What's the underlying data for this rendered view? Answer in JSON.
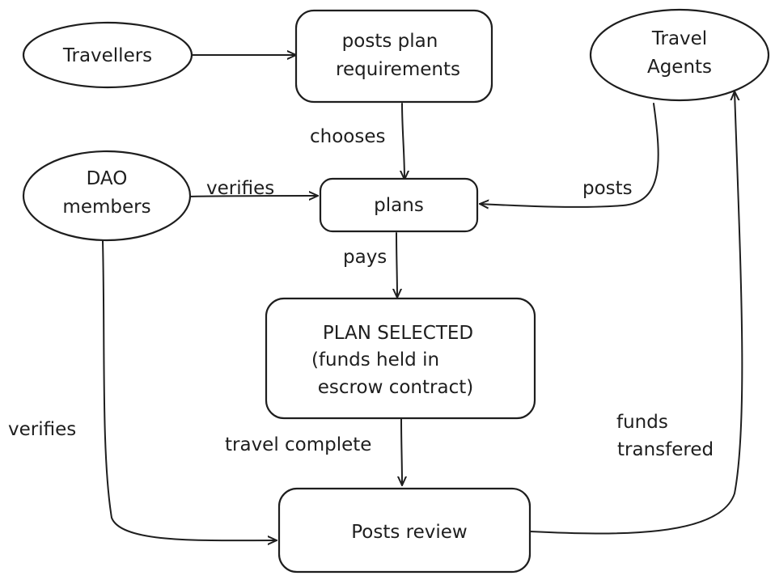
{
  "colors": {
    "ink": "#1e1e1e",
    "background": "#ffffff"
  },
  "nodes": {
    "travellers": {
      "shape": "ellipse",
      "lines": [
        "Travellers"
      ]
    },
    "requirements": {
      "shape": "rounded-rect",
      "lines": [
        "posts plan",
        "requirements"
      ]
    },
    "travel_agents": {
      "shape": "ellipse",
      "lines": [
        "Travel",
        "Agents"
      ]
    },
    "dao_members": {
      "shape": "ellipse",
      "lines": [
        "DAO",
        "members"
      ]
    },
    "plans": {
      "shape": "rounded-rect",
      "lines": [
        "plans"
      ]
    },
    "plan_selected": {
      "shape": "rounded-rect",
      "lines": [
        "PLAN SELECTED",
        "(funds held in",
        "escrow contract)"
      ]
    },
    "posts_review": {
      "shape": "rounded-rect",
      "lines": [
        "Posts review"
      ]
    }
  },
  "edges": {
    "travellers_to_requirements": {
      "from": "travellers",
      "to": "requirements",
      "lines": []
    },
    "chooses": {
      "from": "requirements",
      "to": "plans",
      "lines": [
        "chooses"
      ]
    },
    "verifies_plans": {
      "from": "dao_members",
      "to": "plans",
      "lines": [
        "verifies"
      ]
    },
    "posts": {
      "from": "travel_agents",
      "to": "plans",
      "lines": [
        "posts"
      ]
    },
    "pays": {
      "from": "plans",
      "to": "plan_selected",
      "lines": [
        "pays"
      ]
    },
    "travel_complete": {
      "from": "plan_selected",
      "to": "posts_review",
      "lines": [
        "travel complete"
      ]
    },
    "verifies_review": {
      "from": "dao_members",
      "to": "posts_review",
      "lines": [
        "verifies"
      ]
    },
    "funds_transfered": {
      "from": "posts_review",
      "to": "travel_agents",
      "lines": [
        "funds",
        "transfered"
      ]
    }
  }
}
